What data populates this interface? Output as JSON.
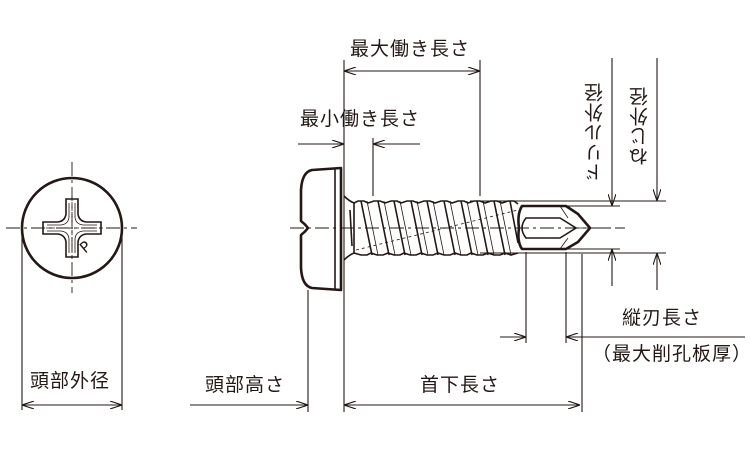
{
  "diagram": {
    "title": "Self-drilling pan head screw dimension diagram",
    "line_color": "#231815",
    "background_color": "#ffffff",
    "labels": {
      "head_diameter": "頭部外径",
      "head_height": "頭部高さ",
      "under_head_length": "首下長さ",
      "max_working_length": "最大働き長さ",
      "min_working_length": "最小働き長さ",
      "drill_diameter": "ドリル外径",
      "thread_diameter": "ねじ外径",
      "flute_length": "縦刃長さ",
      "max_drill_thickness": "（最大削孔板厚）",
      "recess_mark": "P"
    }
  }
}
